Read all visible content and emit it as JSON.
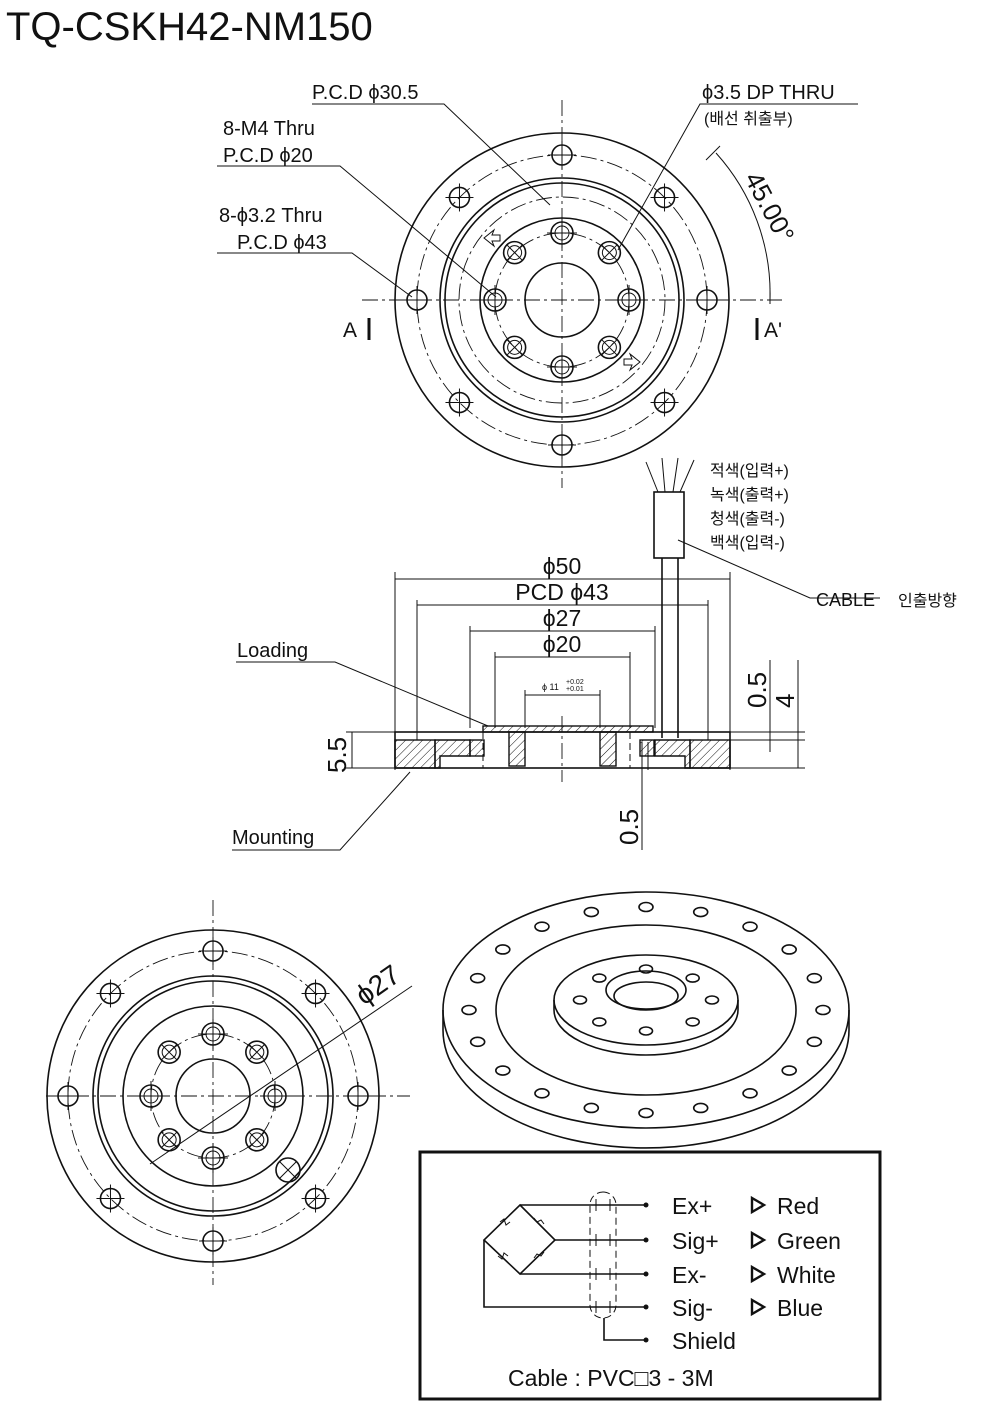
{
  "title": "TQ-CSKH42-NM150",
  "top_view": {
    "pcd_30_5": "P.C.D ϕ30.5",
    "m4_thru": "8-M4 Thru",
    "pcd_20": "P.C.D ϕ20",
    "hole_3_2": "8-ϕ3.2 Thru",
    "pcd_43": "P.C.D ϕ43",
    "dp_thru": "ϕ3.5 DP THRU",
    "dp_note": "(배선 취출부)",
    "angle": "45.00°",
    "section_a": "A",
    "section_a_prime": "A'"
  },
  "wires": {
    "red": "적색(입력+)",
    "green": "녹색(출력+)",
    "blue": "청색(출력-)",
    "white": "백색(입력-)"
  },
  "side_view": {
    "d50": "ϕ50",
    "pcd43": "PCD ϕ43",
    "d27": "ϕ27",
    "d20": "ϕ20",
    "d11": "ϕ 11",
    "tol_upper": "+0.02",
    "tol_lower": "+0.01",
    "loading": "Loading",
    "mounting": "Mounting",
    "cable_label": "CABLE",
    "cable_dir": "인출방향",
    "h_5_5": "5.5",
    "h_0_5_top": "0.5",
    "h_4": "4",
    "h_0_5_bottom": "0.5"
  },
  "bottom_view": {
    "d27": "ϕ27"
  },
  "wiring": {
    "rows": [
      {
        "signal": "Ex+",
        "color": "Red"
      },
      {
        "signal": "Sig+",
        "color": "Green"
      },
      {
        "signal": "Ex-",
        "color": "White"
      },
      {
        "signal": "Sig-",
        "color": "Blue"
      }
    ],
    "shield": "Shield",
    "cable_spec": "Cable : PVC□3 - 3M"
  }
}
